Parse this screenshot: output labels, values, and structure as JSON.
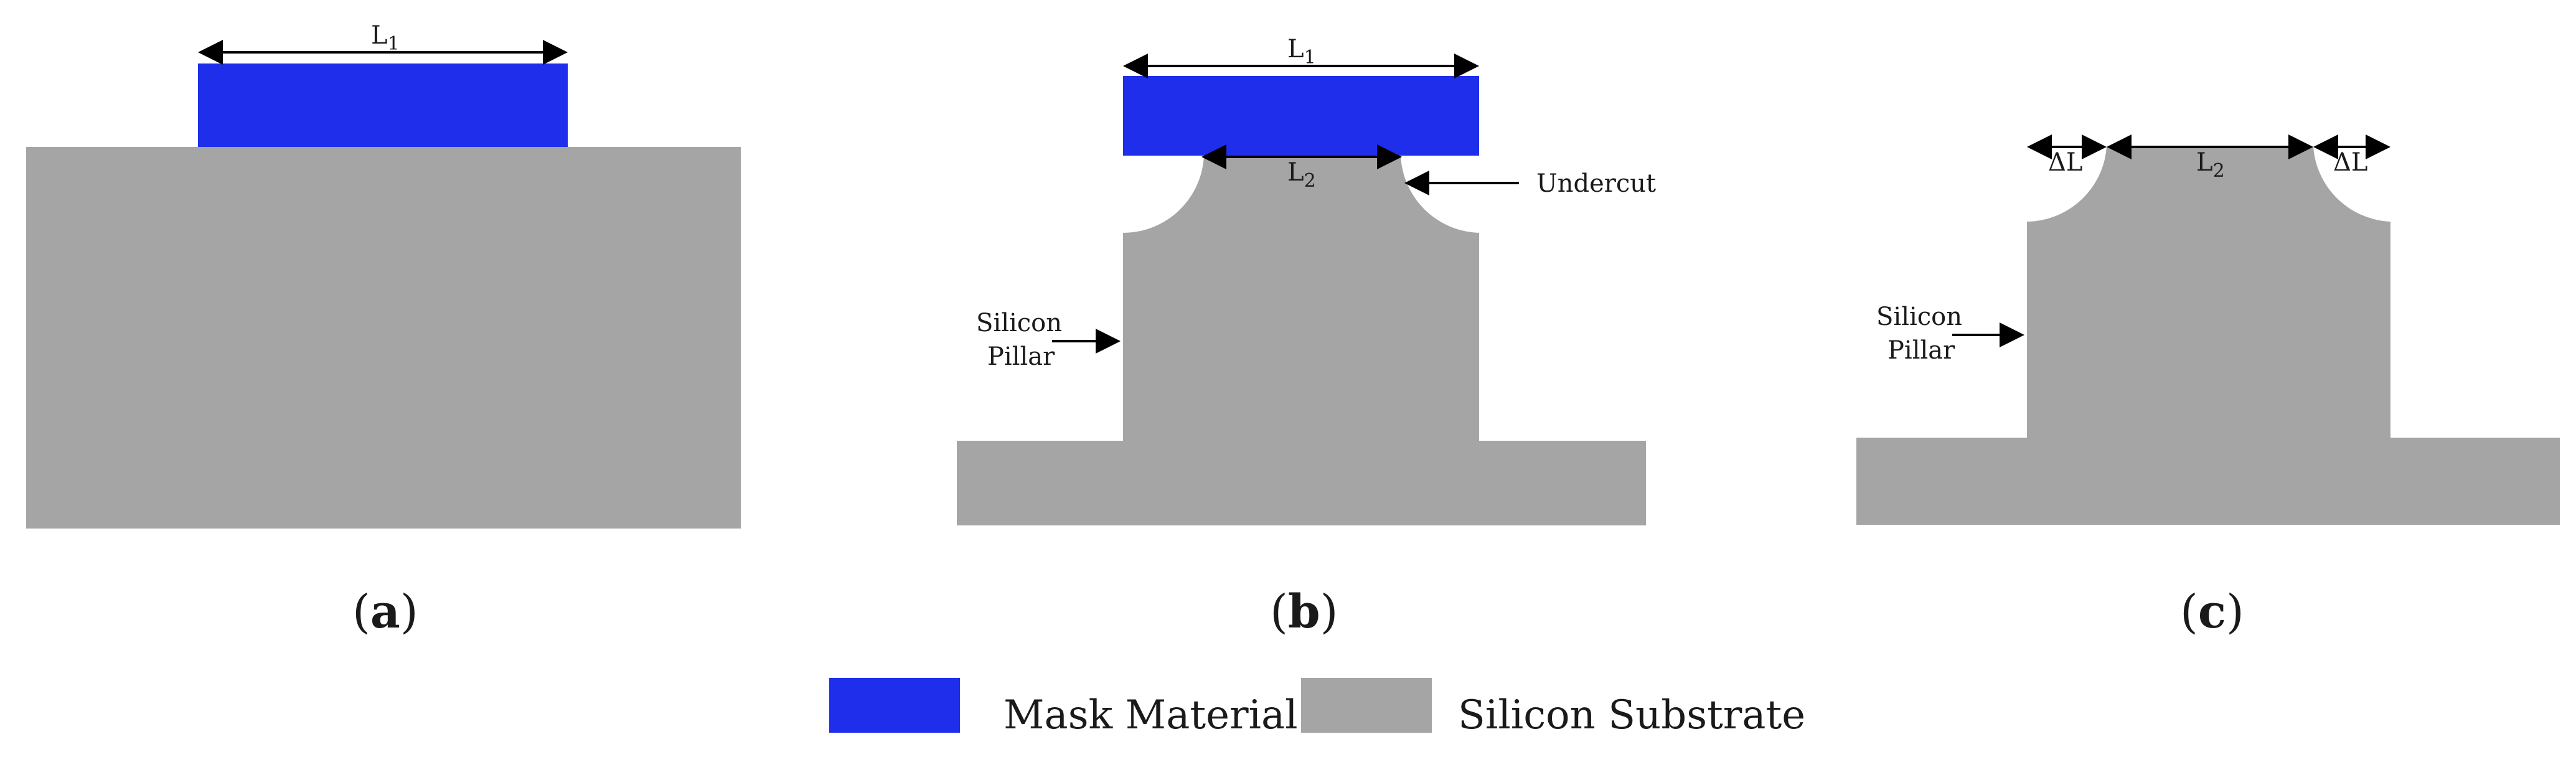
{
  "colors": {
    "mask": "#1f2eea",
    "silicon": "#a5a5a5",
    "background": "#ffffff",
    "text": "#1a1a1a"
  },
  "panels": [
    {
      "id": "a",
      "label_open": "(",
      "label_letter": "a",
      "label_close": ")",
      "dimension_l1": "L",
      "dimension_l1_sub": "1"
    },
    {
      "id": "b",
      "label_open": "(",
      "label_letter": "b",
      "label_close": ")",
      "dimension_l1": "L",
      "dimension_l1_sub": "1",
      "dimension_l2": "L",
      "dimension_l2_sub": "2",
      "undercut_label": "Undercut",
      "pillar_label_line1": "Silicon",
      "pillar_label_line2": "Pillar"
    },
    {
      "id": "c",
      "label_open": "(",
      "label_letter": "c",
      "label_close": ")",
      "delta_left": "ΔL",
      "delta_right": "ΔL",
      "dimension_l2": "L",
      "dimension_l2_sub": "2",
      "pillar_label_line1": "Silicon",
      "pillar_label_line2": "Pillar"
    }
  ],
  "legend": {
    "items": [
      {
        "label": "Mask Material",
        "color": "#1f2eea"
      },
      {
        "label": "Silicon Substrate",
        "color": "#a5a5a5"
      }
    ]
  }
}
